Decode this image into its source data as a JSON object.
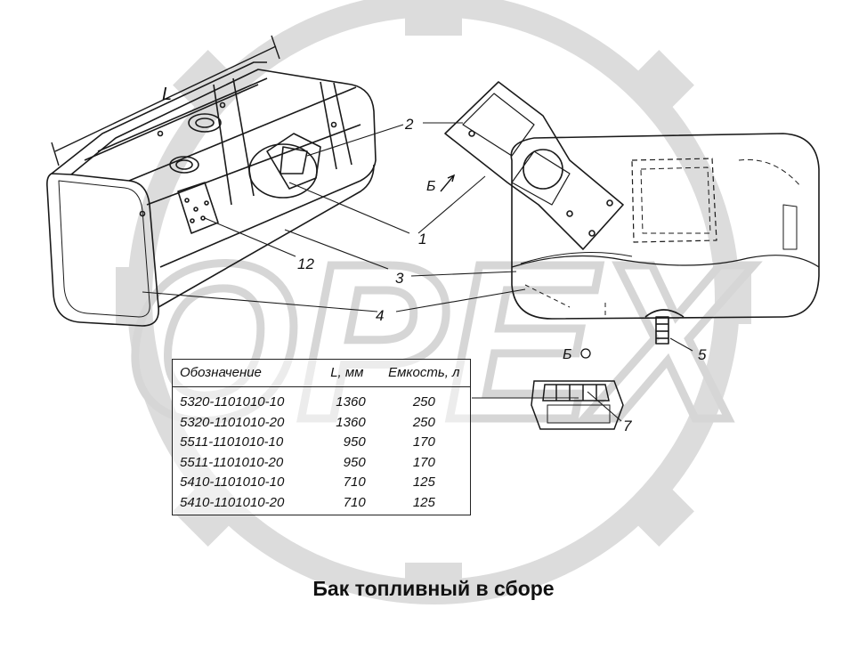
{
  "watermark": {
    "text": "ОРЕХ",
    "icon": "gear-icon",
    "color": "#d9d9d9"
  },
  "dimension_label": "L",
  "section_labels": {
    "view_b_arrow": "Б",
    "view_b_title": "Б"
  },
  "callouts": [
    "1",
    "2",
    "3",
    "4",
    "5",
    "7",
    "12"
  ],
  "table": {
    "headers": [
      "Обозначение",
      "L, мм",
      "Емкость, л"
    ],
    "rows": [
      [
        "5320-1101010-10",
        "1360",
        "250"
      ],
      [
        "5320-1101010-20",
        "1360",
        "250"
      ],
      [
        "5511-1101010-10",
        "950",
        "170"
      ],
      [
        "5511-1101010-20",
        "950",
        "170"
      ],
      [
        "5410-1101010-10",
        "710",
        "125"
      ],
      [
        "5410-1101010-20",
        "710",
        "125"
      ]
    ]
  },
  "caption": "Бак топливный в сборе"
}
